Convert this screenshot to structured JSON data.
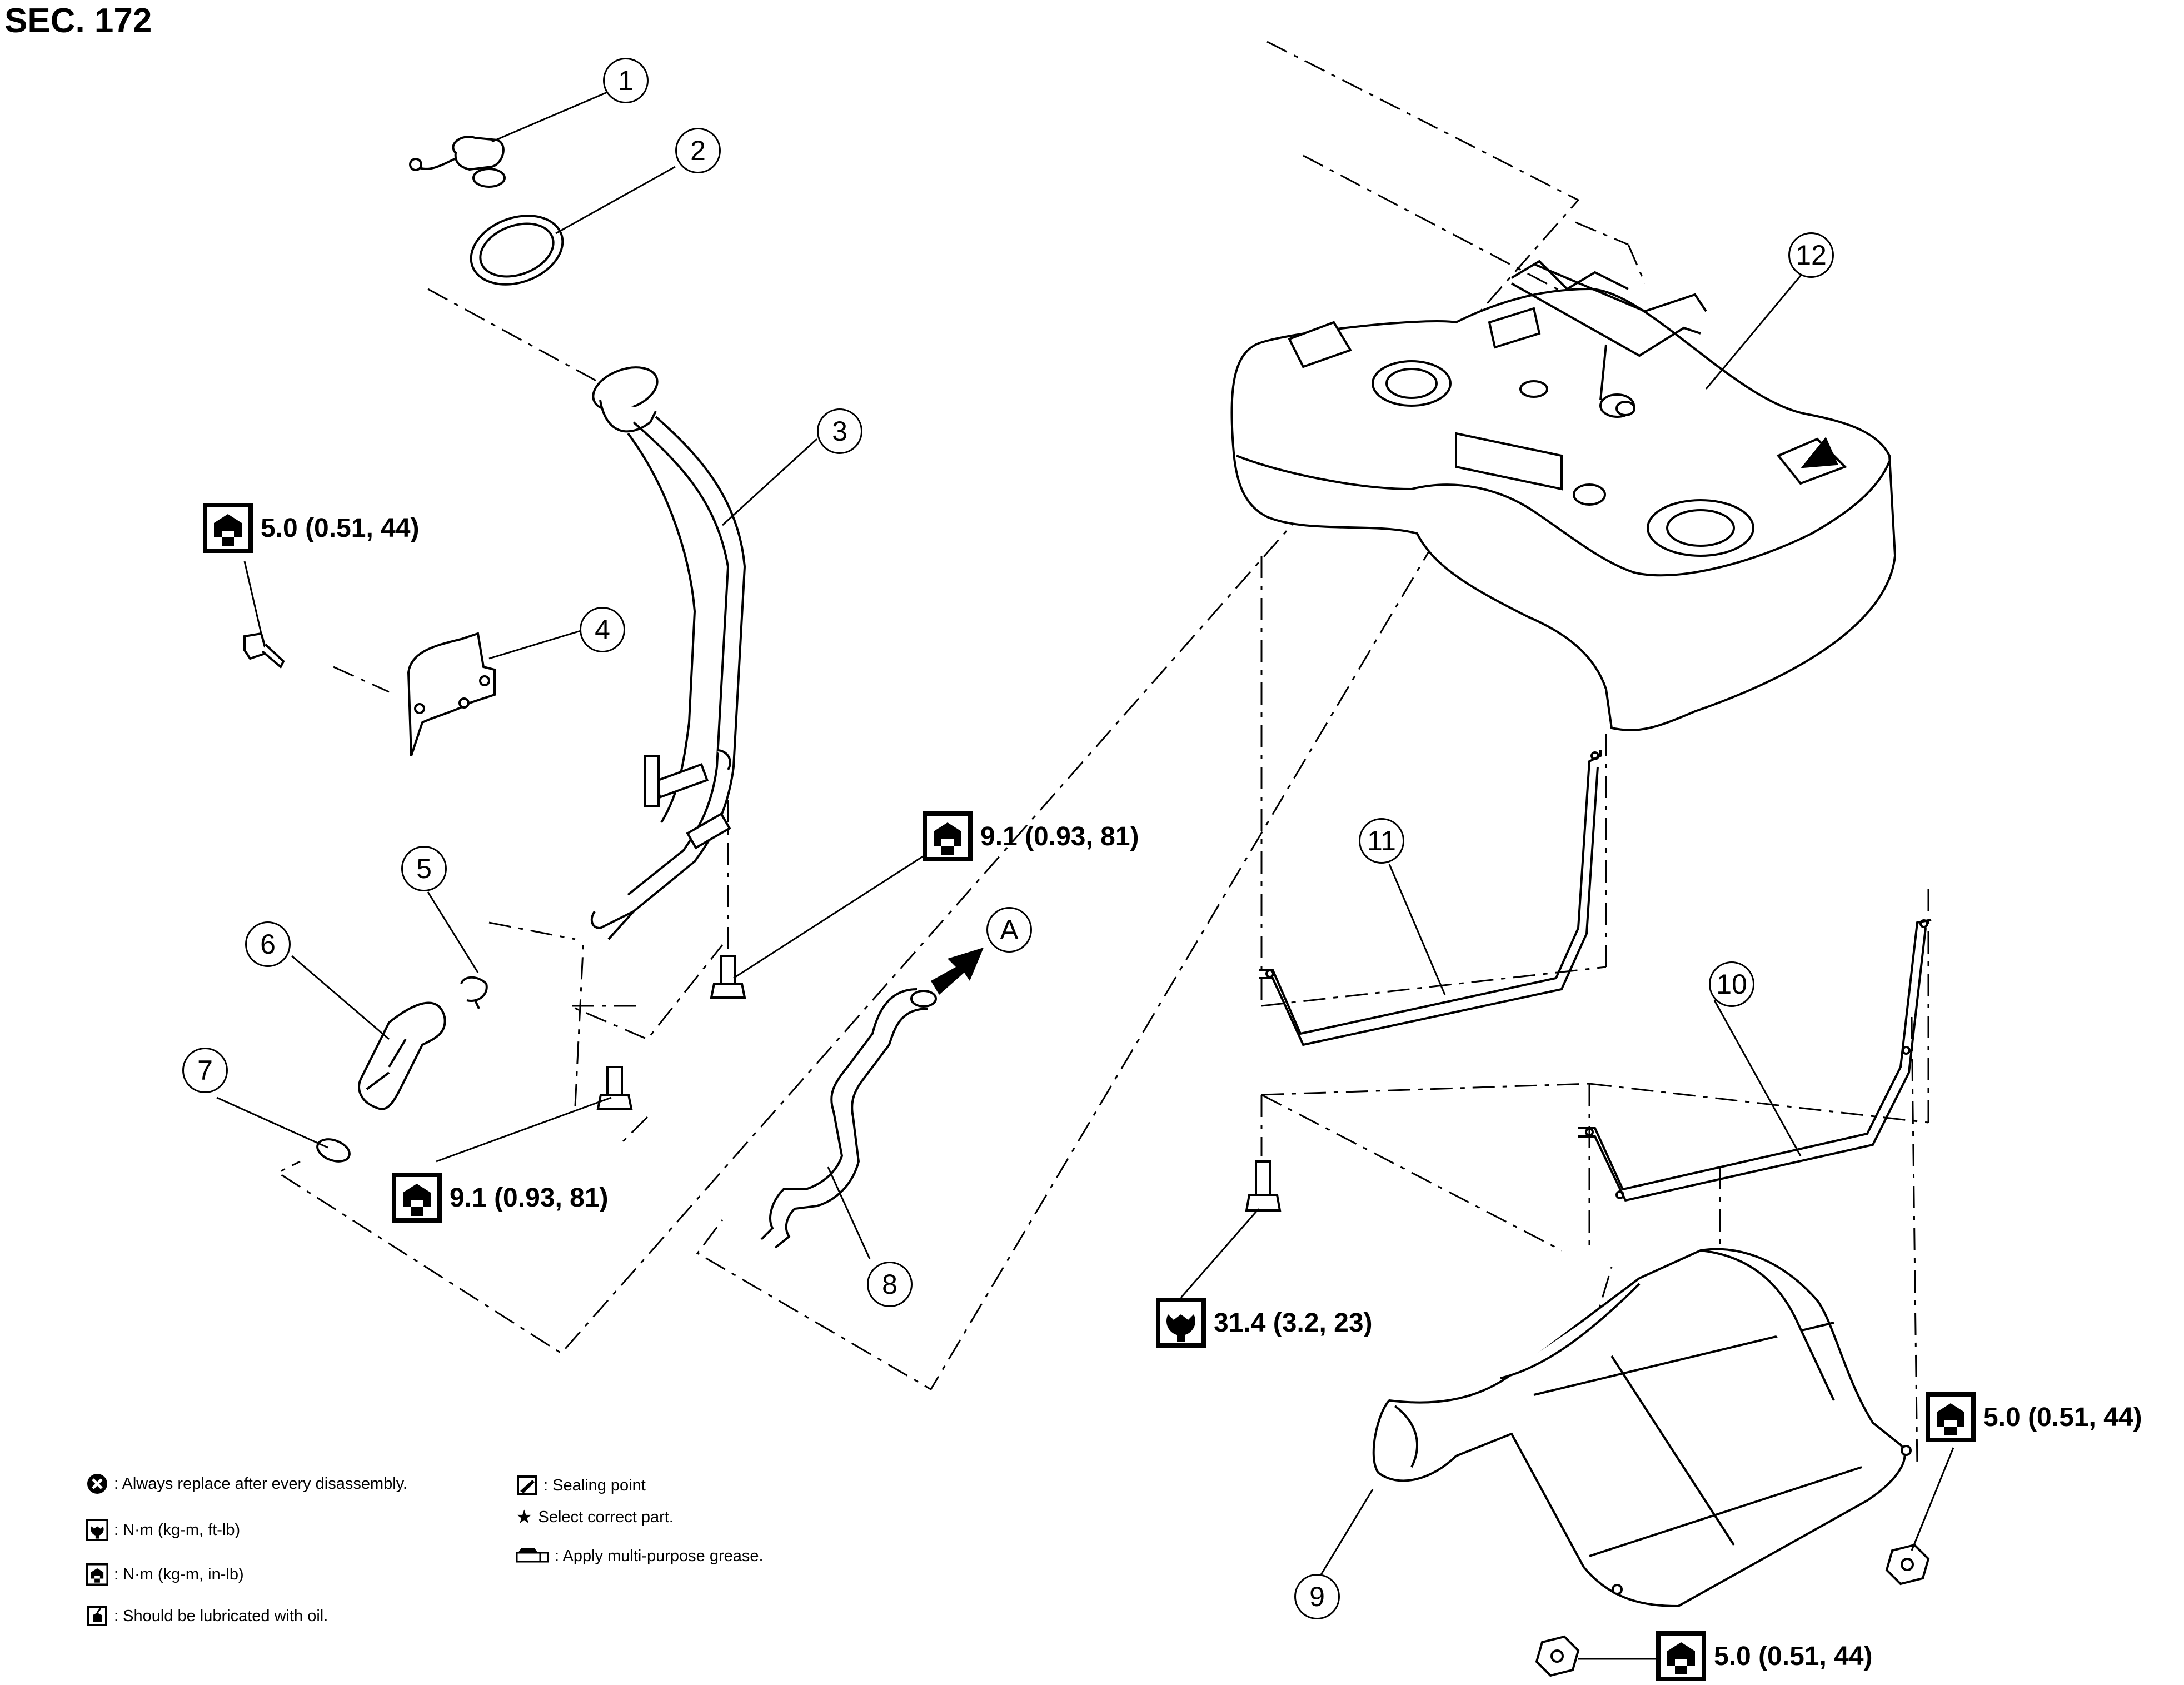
{
  "section": "SEC. 172",
  "callouts": {
    "c1": "1",
    "c2": "2",
    "c3": "3",
    "c4": "4",
    "c5": "5",
    "c6": "6",
    "c7": "7",
    "c8": "8",
    "c9": "9",
    "c10": "10",
    "c11": "11",
    "c12": "12",
    "cA": "A"
  },
  "torque": {
    "bracket_bolt": "5.0 (0.51, 44)",
    "filler_tube_upper": "9.1 (0.93, 81)",
    "filler_tube_lower": "9.1 (0.93, 81)",
    "band_bolt": "31.4 (3.2, 23)",
    "protector_nut_right": "5.0 (0.51, 44)",
    "protector_nut_bottom": "5.0 (0.51, 44)"
  },
  "legend": {
    "replace": ": Always replace after every disassembly.",
    "nm_ftlb": ": N·m (kg-m, ft-lb)",
    "nm_inlb": ": N·m (kg-m, in-lb)",
    "lubricate": ": Should be lubricated with oil.",
    "sealing": ": Sealing point",
    "select": "Select correct part.",
    "grease": ": Apply multi-purpose grease."
  },
  "icons": {
    "torque_ftlb": "wrench-ft-lb-icon",
    "torque_inlb": "wrench-in-lb-icon",
    "replace": "x-circle-icon",
    "sealing": "sealant-icon",
    "star": "star-icon",
    "grease": "grease-icon",
    "oil": "oil-can-icon"
  }
}
